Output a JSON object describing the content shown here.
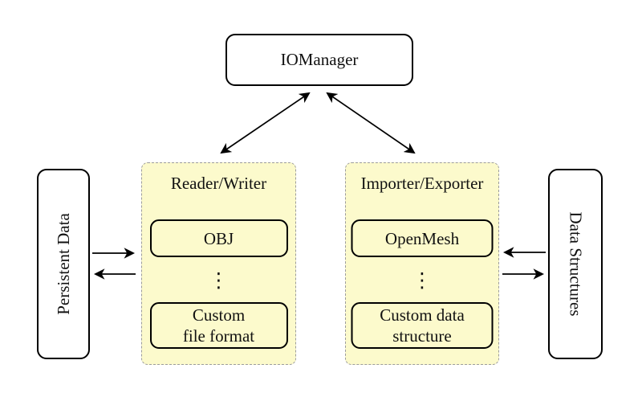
{
  "diagram": {
    "type": "architecture-diagram",
    "colors": {
      "background": "#ffffff",
      "group_fill": "#fcfacc",
      "group_border": "#9c9c9c",
      "node_border": "#000000",
      "text": "#111111",
      "arrow": "#000000"
    },
    "nodes": {
      "iomanager": "IOManager",
      "persistent_data": "Persistent Data",
      "data_structures": "Data Structures",
      "reader_writer": {
        "title": "Reader/Writer",
        "item1": "OBJ",
        "dots": "⋮",
        "item2": "Custom\nfile format"
      },
      "importer_exporter": {
        "title": "Importer/Exporter",
        "item1": "OpenMesh",
        "dots": "⋮",
        "item2": "Custom data\nstructure"
      }
    },
    "connections": [
      "IOManager <-> Reader/Writer",
      "IOManager <-> Importer/Exporter",
      "Persistent Data -> Reader/Writer",
      "Reader/Writer -> Persistent Data",
      "Data Structures -> Importer/Exporter",
      "Importer/Exporter -> Data Structures"
    ]
  }
}
